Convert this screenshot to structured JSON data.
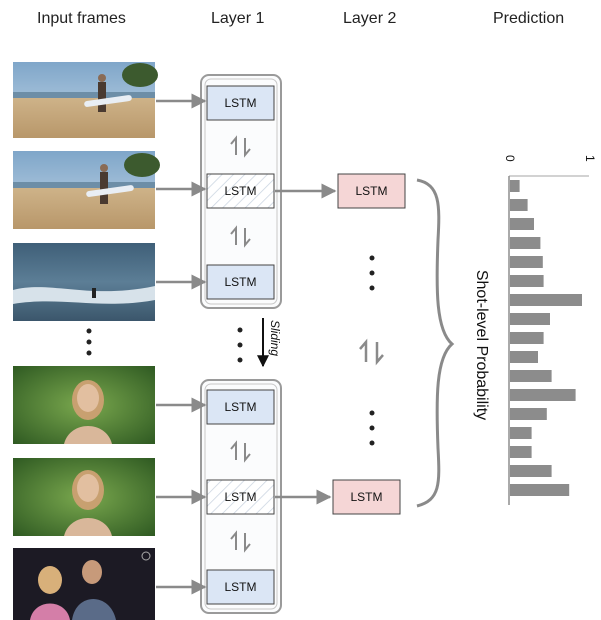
{
  "headers": {
    "input_frames": "Input frames",
    "layer1": "Layer 1",
    "layer2": "Layer 2",
    "prediction": "Prediction"
  },
  "cell_label": "LSTM",
  "sliding_label": "Sliding",
  "probability_label": "Shot-level Probability",
  "axis": {
    "min_label": "0",
    "max_label": "1"
  },
  "colors": {
    "lstm_blue": "#dbe6f5",
    "lstm_pink": "#f5d6d6",
    "arrow": "#8a8a8a",
    "bar": "#8c8c8c"
  },
  "chart_data": {
    "type": "bar",
    "orientation": "horizontal",
    "xlim": [
      0,
      1
    ],
    "values": [
      0.12,
      0.22,
      0.3,
      0.38,
      0.41,
      0.42,
      0.9,
      0.5,
      0.42,
      0.35,
      0.52,
      0.82,
      0.46,
      0.27,
      0.27,
      0.52,
      0.74
    ]
  }
}
